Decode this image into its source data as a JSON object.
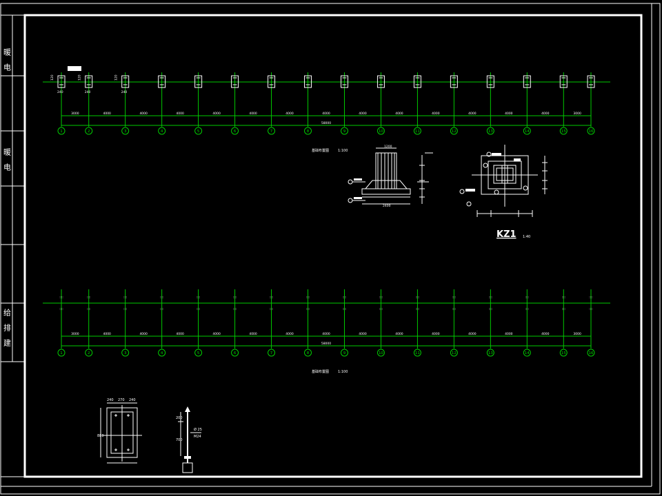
{
  "title_block": {
    "labels": [
      "暖　电",
      "暖　电",
      "给　排　建"
    ]
  },
  "plan_top": {
    "caption": "基础布置图",
    "scale": "1:100",
    "axes": [
      "1",
      "2",
      "3",
      "4",
      "5",
      "6",
      "7",
      "8",
      "9",
      "10",
      "11",
      "12",
      "13",
      "14",
      "15",
      "16"
    ],
    "spacings": [
      "3000",
      "4000",
      "4000",
      "4000",
      "4000",
      "4000",
      "4000",
      "4000",
      "4000",
      "4000",
      "4000",
      "4000",
      "4000",
      "4000",
      "3000"
    ],
    "total": "58000",
    "column_dims": [
      "120",
      "120",
      "120"
    ],
    "sub_dims": [
      "240",
      "240",
      "240"
    ]
  },
  "plan_bottom": {
    "caption": "基础布置图",
    "scale": "1:100",
    "axes": [
      "1",
      "2",
      "3",
      "4",
      "5",
      "6",
      "7",
      "8",
      "9",
      "10",
      "11",
      "12",
      "13",
      "14",
      "15",
      "16"
    ],
    "spacings": [
      "3000",
      "4000",
      "4000",
      "4000",
      "4000",
      "4000",
      "4000",
      "4000",
      "4000",
      "4000",
      "4000",
      "4000",
      "4000",
      "4000",
      "3000"
    ],
    "total": "58000"
  },
  "details": {
    "footing_dim": "1200",
    "footing_base": "2400",
    "kz1_title": "KZ1",
    "kz1_scale": "1:40"
  },
  "plate": {
    "top_dims": [
      "240",
      "270",
      "240"
    ],
    "height_dim": "880",
    "bolt_dims": [
      "200",
      "700"
    ],
    "bolt_label_1": "Ø 25",
    "bolt_label_2": "M24"
  },
  "colors": {
    "background": "#000000",
    "frame": "#ffffff",
    "grid": "#00cc00",
    "text": "#ffffff"
  }
}
